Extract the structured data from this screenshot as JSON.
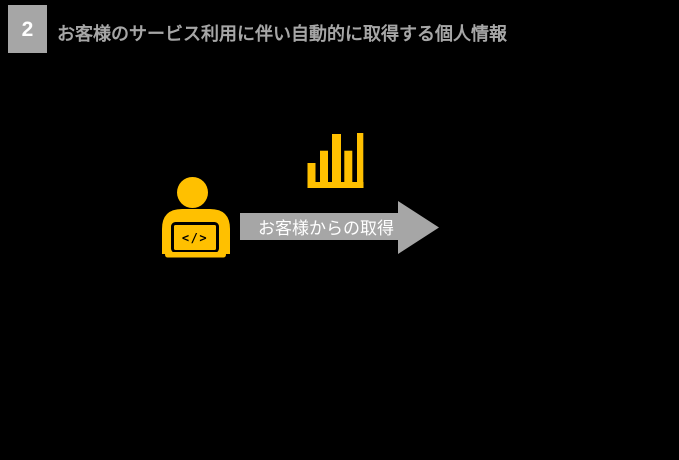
{
  "slide": {
    "background_color": "#000000"
  },
  "header": {
    "number": "2",
    "title": "お客様のサービス利用に伴い自動的に取得する個人情報",
    "badge_color": "#A6A6A6",
    "badge_text_color": "#FFFFFF",
    "title_color": "#A6A6A6"
  },
  "diagram": {
    "icons": [
      {
        "name": "bar-chart-icon",
        "color": "#FFC000"
      },
      {
        "name": "developer-at-laptop-icon",
        "color": "#FFC000"
      },
      {
        "name": "right-arrow-icon",
        "color": "#A6A6A6"
      }
    ],
    "laptop_code_text": "</>",
    "arrow": {
      "label": "お客様からの取得",
      "label_color": "#FFFFFF",
      "direction": "right",
      "color": "#A6A6A6"
    }
  },
  "colors": {
    "accent_yellow": "#FFC000",
    "gray": "#A6A6A6",
    "white": "#FFFFFF",
    "black": "#000000"
  }
}
